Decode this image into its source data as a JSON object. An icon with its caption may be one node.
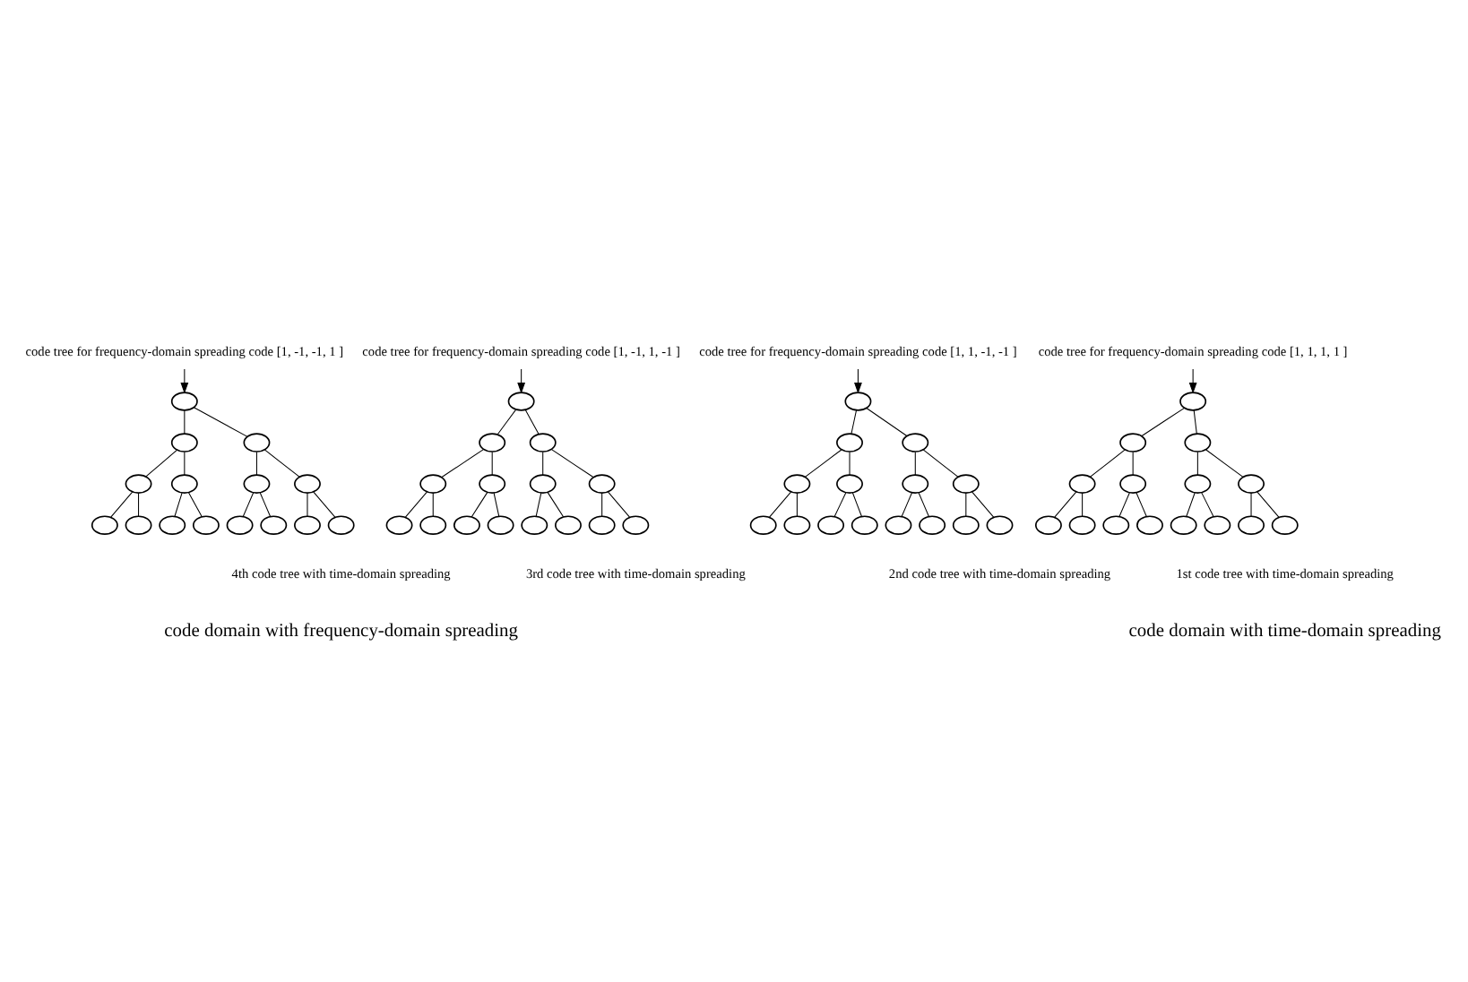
{
  "diagram": {
    "nodes": [
      {
        "text": [
          "code tree for frequency-domain spreading code [1, -1, -1, 1 ]"
        ]
      },
      {
        "text": [],
        "shape": "ellipse"
      },
      {
        "text": [],
        "shape": "ellipse"
      },
      {
        "text": [],
        "shape": "ellipse"
      },
      {
        "text": [],
        "shape": "ellipse"
      },
      {
        "text": [],
        "shape": "ellipse"
      },
      {
        "text": [],
        "shape": "ellipse"
      },
      {
        "text": [],
        "shape": "ellipse"
      },
      {
        "text": [],
        "shape": "ellipse"
      },
      {
        "text": [],
        "shape": "ellipse"
      },
      {
        "text": [],
        "shape": "ellipse"
      },
      {
        "text": [],
        "shape": "ellipse"
      },
      {
        "text": [],
        "shape": "ellipse"
      },
      {
        "text": [],
        "shape": "ellipse"
      },
      {
        "text": [],
        "shape": "ellipse"
      },
      {
        "text": [],
        "shape": "ellipse"
      },
      {
        "text": [
          "code tree for frequency-domain spreading code [1, -1, 1, -1 ]"
        ]
      },
      {
        "text": [],
        "shape": "ellipse"
      },
      {
        "text": [],
        "shape": "ellipse"
      },
      {
        "text": [],
        "shape": "ellipse"
      },
      {
        "text": [],
        "shape": "ellipse"
      },
      {
        "text": [],
        "shape": "ellipse"
      },
      {
        "text": [],
        "shape": "ellipse"
      },
      {
        "text": [],
        "shape": "ellipse"
      },
      {
        "text": [],
        "shape": "ellipse"
      },
      {
        "text": [],
        "shape": "ellipse"
      },
      {
        "text": [],
        "shape": "ellipse"
      },
      {
        "text": [],
        "shape": "ellipse"
      },
      {
        "text": [],
        "shape": "ellipse"
      },
      {
        "text": [],
        "shape": "ellipse"
      },
      {
        "text": [],
        "shape": "ellipse"
      },
      {
        "text": [],
        "shape": "ellipse"
      },
      {
        "text": [
          "code tree for frequency-domain spreading code [1, 1, -1, -1 ]"
        ]
      },
      {
        "text": [],
        "shape": "ellipse"
      },
      {
        "text": [],
        "shape": "ellipse"
      },
      {
        "text": [],
        "shape": "ellipse"
      },
      {
        "text": [],
        "shape": "ellipse"
      },
      {
        "text": [],
        "shape": "ellipse"
      },
      {
        "text": [],
        "shape": "ellipse"
      },
      {
        "text": [],
        "shape": "ellipse"
      },
      {
        "text": [],
        "shape": "ellipse"
      },
      {
        "text": [],
        "shape": "ellipse"
      },
      {
        "text": [],
        "shape": "ellipse"
      },
      {
        "text": [],
        "shape": "ellipse"
      },
      {
        "text": [],
        "shape": "ellipse"
      },
      {
        "text": [],
        "shape": "ellipse"
      },
      {
        "text": [],
        "shape": "ellipse"
      },
      {
        "text": [],
        "shape": "ellipse"
      },
      {
        "text": [
          "code tree for frequency-domain spreading code [1, 1, 1, 1 ]"
        ]
      },
      {
        "text": [],
        "shape": "ellipse"
      },
      {
        "text": [],
        "shape": "ellipse"
      },
      {
        "text": [],
        "shape": "ellipse"
      },
      {
        "text": [],
        "shape": "ellipse"
      },
      {
        "text": [],
        "shape": "ellipse"
      },
      {
        "text": [],
        "shape": "ellipse"
      },
      {
        "text": [],
        "shape": "ellipse"
      },
      {
        "text": [],
        "shape": "ellipse"
      },
      {
        "text": [],
        "shape": "ellipse"
      },
      {
        "text": [],
        "shape": "ellipse"
      },
      {
        "text": [],
        "shape": "ellipse"
      },
      {
        "text": [],
        "shape": "ellipse"
      },
      {
        "text": [],
        "shape": "ellipse"
      },
      {
        "text": [],
        "shape": "ellipse"
      },
      {
        "text": [],
        "shape": "ellipse"
      }
    ],
    "edges": [
      {
        "from": 0,
        "to": 1,
        "arrow": "to"
      },
      {
        "from": 1,
        "to": 2,
        "arrow": "none"
      },
      {
        "from": 1,
        "to": 3,
        "arrow": "none"
      },
      {
        "from": 2,
        "to": 4,
        "arrow": "none"
      },
      {
        "from": 2,
        "to": 5,
        "arrow": "none"
      },
      {
        "from": 3,
        "to": 6,
        "arrow": "none"
      },
      {
        "from": 3,
        "to": 7,
        "arrow": "none"
      },
      {
        "from": 4,
        "to": 8,
        "arrow": "none"
      },
      {
        "from": 4,
        "to": 9,
        "arrow": "none"
      },
      {
        "from": 5,
        "to": 10,
        "arrow": "none"
      },
      {
        "from": 5,
        "to": 11,
        "arrow": "none"
      },
      {
        "from": 6,
        "to": 12,
        "arrow": "none"
      },
      {
        "from": 6,
        "to": 13,
        "arrow": "none"
      },
      {
        "from": 7,
        "to": 14,
        "arrow": "none"
      },
      {
        "from": 7,
        "to": 15,
        "arrow": "none"
      },
      {
        "from": 16,
        "to": 17,
        "arrow": "to"
      },
      {
        "from": 17,
        "to": 18,
        "arrow": "none"
      },
      {
        "from": 17,
        "to": 19,
        "arrow": "none"
      },
      {
        "from": 18,
        "to": 20,
        "arrow": "none"
      },
      {
        "from": 18,
        "to": 21,
        "arrow": "none"
      },
      {
        "from": 19,
        "to": 22,
        "arrow": "none"
      },
      {
        "from": 19,
        "to": 23,
        "arrow": "none"
      },
      {
        "from": 20,
        "to": 24,
        "arrow": "none"
      },
      {
        "from": 20,
        "to": 25,
        "arrow": "none"
      },
      {
        "from": 21,
        "to": 26,
        "arrow": "none"
      },
      {
        "from": 21,
        "to": 27,
        "arrow": "none"
      },
      {
        "from": 22,
        "to": 28,
        "arrow": "none"
      },
      {
        "from": 22,
        "to": 29,
        "arrow": "none"
      },
      {
        "from": 23,
        "to": 30,
        "arrow": "none"
      },
      {
        "from": 23,
        "to": 31,
        "arrow": "none"
      },
      {
        "from": 32,
        "to": 33,
        "arrow": "to"
      },
      {
        "from": 33,
        "to": 34,
        "arrow": "none"
      },
      {
        "from": 33,
        "to": 35,
        "arrow": "none"
      },
      {
        "from": 34,
        "to": 36,
        "arrow": "none"
      },
      {
        "from": 34,
        "to": 37,
        "arrow": "none"
      },
      {
        "from": 35,
        "to": 38,
        "arrow": "none"
      },
      {
        "from": 35,
        "to": 39,
        "arrow": "none"
      },
      {
        "from": 36,
        "to": 40,
        "arrow": "none"
      },
      {
        "from": 36,
        "to": 41,
        "arrow": "none"
      },
      {
        "from": 37,
        "to": 42,
        "arrow": "none"
      },
      {
        "from": 37,
        "to": 43,
        "arrow": "none"
      },
      {
        "from": 38,
        "to": 44,
        "arrow": "none"
      },
      {
        "from": 38,
        "to": 45,
        "arrow": "none"
      },
      {
        "from": 39,
        "to": 46,
        "arrow": "none"
      },
      {
        "from": 39,
        "to": 47,
        "arrow": "none"
      },
      {
        "from": 48,
        "to": 49,
        "arrow": "to"
      },
      {
        "from": 49,
        "to": 50,
        "arrow": "none"
      },
      {
        "from": 49,
        "to": 51,
        "arrow": "none"
      },
      {
        "from": 50,
        "to": 52,
        "arrow": "none"
      },
      {
        "from": 50,
        "to": 53,
        "arrow": "none"
      },
      {
        "from": 51,
        "to": 54,
        "arrow": "none"
      },
      {
        "from": 51,
        "to": 55,
        "arrow": "none"
      },
      {
        "from": 52,
        "to": 56,
        "arrow": "none"
      },
      {
        "from": 52,
        "to": 57,
        "arrow": "none"
      },
      {
        "from": 53,
        "to": 58,
        "arrow": "none"
      },
      {
        "from": 53,
        "to": 59,
        "arrow": "none"
      },
      {
        "from": 54,
        "to": 60,
        "arrow": "none"
      },
      {
        "from": 54,
        "to": 61,
        "arrow": "none"
      },
      {
        "from": 55,
        "to": 62,
        "arrow": "none"
      },
      {
        "from": 55,
        "to": 63,
        "arrow": "none"
      }
    ],
    "labels": [
      "4th code tree with time-domain spreading",
      "3rd code tree with time-domain spreading",
      "2nd code tree with time-domain spreading",
      "1st code tree with time-domain spreading",
      "code domain with frequency-domain spreading",
      "code domain with time-domain spreading"
    ]
  }
}
